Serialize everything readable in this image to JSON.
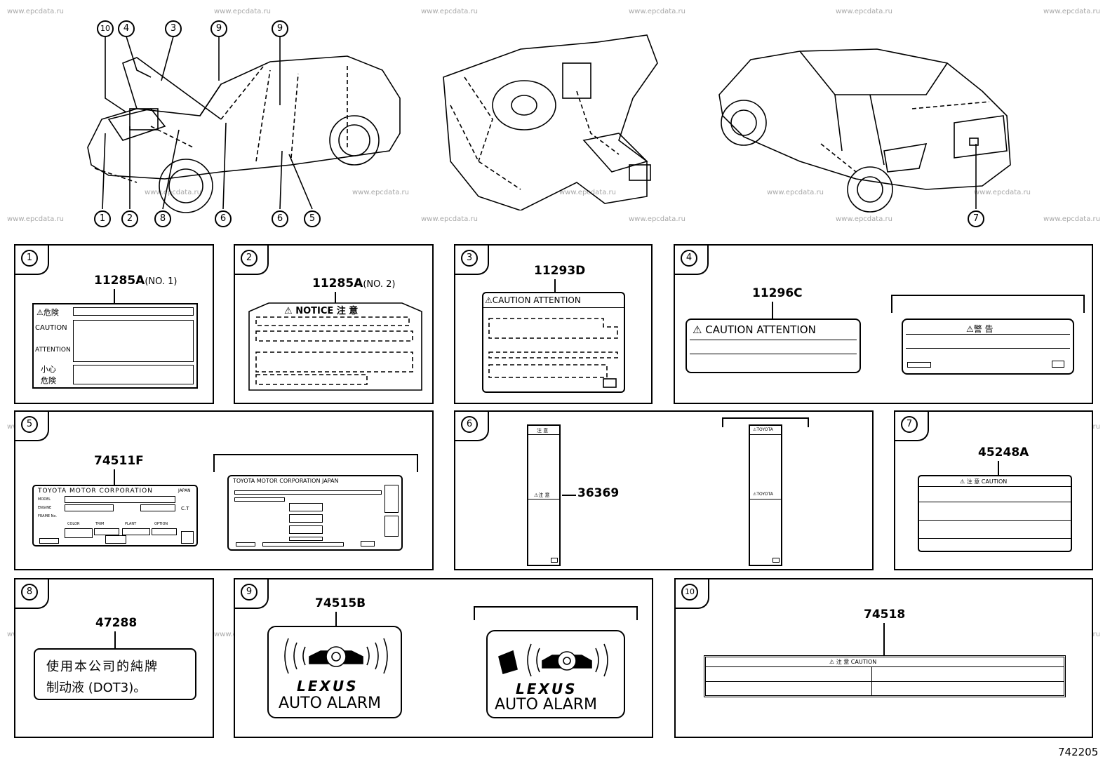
{
  "watermark": "www.epcdata.ru",
  "callouts": {
    "top": [
      "10",
      "4",
      "3",
      "9",
      "9"
    ],
    "bottom": [
      "1",
      "2",
      "8",
      "6",
      "6",
      "5"
    ],
    "rear": "7"
  },
  "panels": {
    "p1": {
      "num": "1",
      "part": "11285A",
      "suffix": "(NO. 1)",
      "labels": [
        "危険",
        "CAUTION",
        "ATTENTION",
        "小心",
        "危険"
      ]
    },
    "p2": {
      "num": "2",
      "part": "11285A",
      "suffix": "(NO. 2)",
      "header": "NOTICE  注 意"
    },
    "p3": {
      "num": "3",
      "part": "11293D",
      "header": "CAUTION    ATTENTION"
    },
    "p4": {
      "num": "4",
      "part": "11296C",
      "header": "CAUTION ATTENTION",
      "alt_header": "警 告"
    },
    "p5": {
      "num": "5",
      "part": "74511F",
      "header": "TOYOTA  MOTOR  CORPORATION",
      "corner": "JAPAN",
      "rows": [
        "MODEL",
        "ENGINE",
        "FRAME No."
      ],
      "fields": [
        "COLOR",
        "TRIM",
        "PLANT",
        "OPTION"
      ],
      "unit": "C.T",
      "alt_header": "TOYOTA MOTOR CORPORATION JAPAN"
    },
    "p6": {
      "num": "6",
      "part": "36369",
      "tag_a": "注 意",
      "tag_b": "TOYOTA"
    },
    "p7": {
      "num": "7",
      "part": "45248A",
      "header": "注 意      CAUTION"
    },
    "p8": {
      "num": "8",
      "part": "47288",
      "line1": "使用本公司的純牌",
      "line2": "制动液 (DOT3)。"
    },
    "p9": {
      "num": "9",
      "part": "74515B",
      "brand": "LEXUS",
      "text": "AUTO ALARM"
    },
    "p10": {
      "num": "10",
      "part": "74518",
      "header": "注 意      CAUTION"
    }
  },
  "figure_no": "742205"
}
